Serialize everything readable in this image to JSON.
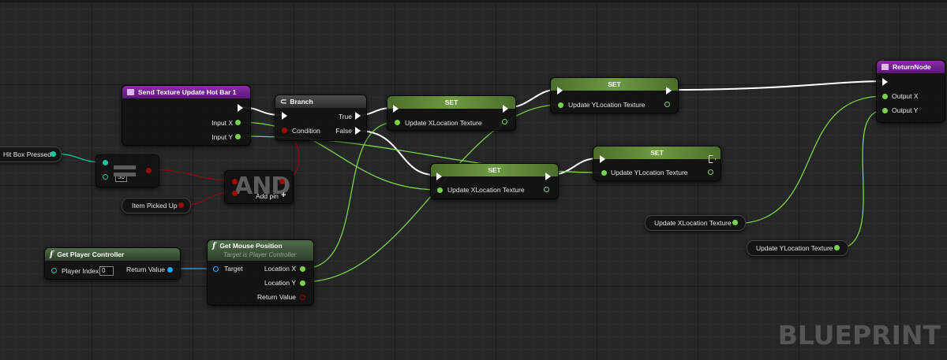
{
  "watermark": "BLUEPRINT",
  "colors": {
    "exec_wire": "#ffffff",
    "float_pin": "#7ad34b",
    "bool_pin": "#a00c0c",
    "object_pin": "#2aa5ff",
    "int_pin": "#1fc4a0",
    "set_header": "#5b8a35",
    "return_header": "#7a1f9a"
  },
  "nodes": {
    "send_texture": {
      "title": "Send Texture Update Hot Bar 1",
      "pins": {
        "input_x": "Input X",
        "input_y": "Input Y"
      }
    },
    "branch": {
      "title": "Branch",
      "pins": {
        "true": "True",
        "false": "False",
        "condition": "Condition"
      }
    },
    "set1": {
      "title": "SET",
      "pin": "Update XLocation Texture"
    },
    "set2": {
      "title": "SET",
      "pin": "Update YLocation Texture"
    },
    "set3": {
      "title": "SET",
      "pin": "Update XLocation Texture"
    },
    "set4": {
      "title": "SET",
      "pin": "Update YLocation Texture"
    },
    "return_node": {
      "title": "ReturnNode",
      "pins": {
        "output_x": "Output X",
        "output_y": "Output Y"
      }
    },
    "hit_box": {
      "label": "Hit Box Pressed"
    },
    "equals": {
      "value": "50"
    },
    "and_node": {
      "glyph": "AND",
      "add_pin": "Add pin",
      "plus": "+"
    },
    "item_picked": {
      "label": "Item Picked Up"
    },
    "get_player_controller": {
      "title": "Get Player Controller",
      "pins": {
        "player_index": "Player Index",
        "player_index_value": "0",
        "return_value": "Return Value"
      }
    },
    "get_mouse_position": {
      "title": "Get Mouse Position",
      "subtitle": "Target is Player Controller",
      "pins": {
        "target": "Target",
        "location_x": "Location X",
        "location_y": "Location Y",
        "return_value": "Return Value"
      }
    },
    "var_x": {
      "label": "Update XLocation Texture"
    },
    "var_y": {
      "label": "Update YLocation Texture"
    },
    "fn_glyph": "f"
  }
}
